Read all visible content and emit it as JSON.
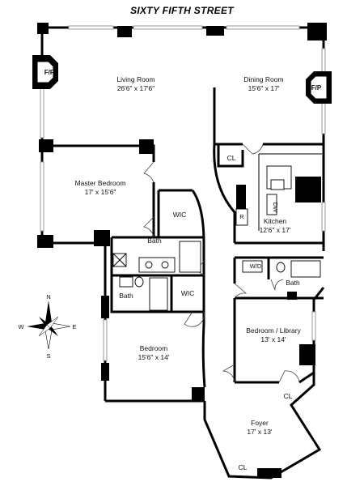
{
  "header": {
    "street": "SIXTY FIFTH STREET"
  },
  "rooms": {
    "living": {
      "name": "Living Room",
      "dims": "26'6\" x 17'6\""
    },
    "dining": {
      "name": "Dining Room",
      "dims": "15'6\" x 17'"
    },
    "master": {
      "name": "Master Bedroom",
      "dims": "17' x 15'6\""
    },
    "kitchen": {
      "name": "Kitchen",
      "dims": "12'6\" x 17'"
    },
    "bedroom": {
      "name": "Bedroom",
      "dims": "15'6\" x 14'"
    },
    "library": {
      "name": "Bedroom / Library",
      "dims": "13' x 14'"
    },
    "foyer": {
      "name": "Foyer",
      "dims": "17' x 13'"
    }
  },
  "labels": {
    "fp_left": "F/P",
    "fp_right": "F/P",
    "cl_kitchen": "CL",
    "cl_library": "CL",
    "cl_foyer": "CL",
    "wic_master": "WIC",
    "wic_bedroom": "WIC",
    "bath_master": "Bath",
    "bath_bedroom": "Bath",
    "bath_hall": "Bath",
    "wd": "W/D",
    "dw": "DW",
    "fridge": "R"
  },
  "compass": {
    "n": "N",
    "s": "S",
    "e": "E",
    "w": "W"
  }
}
